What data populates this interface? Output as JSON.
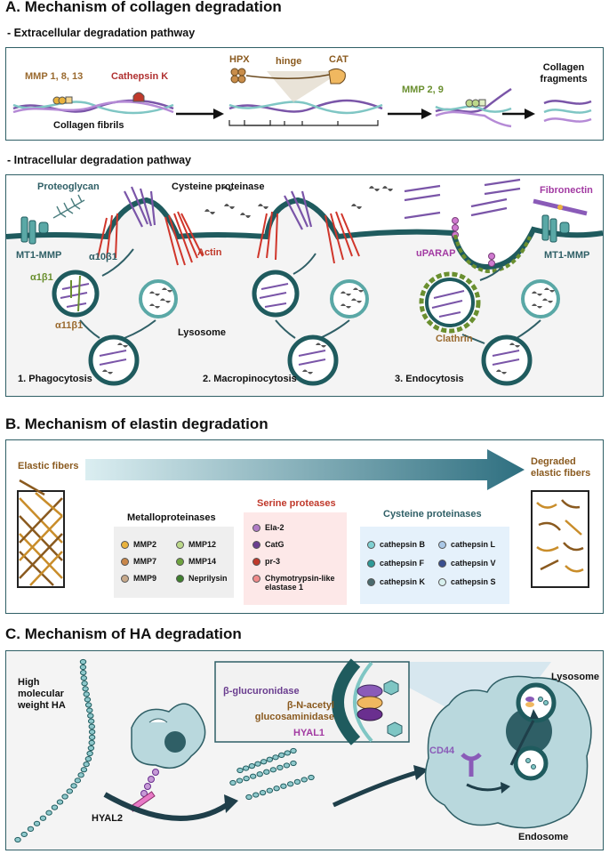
{
  "sectionA": {
    "title": "A. Mechanism of collagen degradation",
    "extracellular": {
      "subtitle": "- Extracellular degradation pathway",
      "mmp_label": "MMP 1, 8, 13",
      "cathepsin_label": "Cathepsin K",
      "collagen_fibrils_label": "Collagen fibrils",
      "hpx_label": "HPX",
      "hinge_label": "hinge",
      "cat_label": "CAT",
      "mmp29_label": "MMP 2, 9",
      "fragments_label": "Collagen fragments"
    },
    "intracellular": {
      "subtitle": "- Intracellular degradation pathway",
      "proteoglycan": "Proteoglycan",
      "cysteine_proteinase": "Cysteine proteinase",
      "fibronectin": "Fibronectin",
      "mt1mmp_left": "MT1-MMP",
      "mt1mmp_right": "MT1-MMP",
      "a10b1": "α10β1",
      "a1b1": "α1β1",
      "a11b1": "α11β1",
      "actin": "Actin",
      "uparap": "uPARAP",
      "lysosome": "Lysosome",
      "clathrin": "Clathrin",
      "phagocytosis": "1. Phagocytosis",
      "macropinocytosis": "2. Macropinocytosis",
      "endocytosis": "3. Endocytosis"
    }
  },
  "sectionB": {
    "title": "B. Mechanism of elastin degradation",
    "elastic_fibers": "Elastic fibers",
    "degraded_fibers": "Degraded elastic fibers",
    "metallo": {
      "title": "Metalloproteinases",
      "items": [
        {
          "name": "MMP2",
          "color": "#e9b23c"
        },
        {
          "name": "MMP12",
          "color": "#bcd88a"
        },
        {
          "name": "MMP7",
          "color": "#c9874a"
        },
        {
          "name": "MMP14",
          "color": "#6fa33f"
        },
        {
          "name": "MMP9",
          "color": "#c7a98b"
        },
        {
          "name": "Neprilysin",
          "color": "#3f7f2e"
        }
      ]
    },
    "serine": {
      "title": "Serine proteases",
      "items": [
        {
          "name": "Ela-2",
          "color": "#b07cc6"
        },
        {
          "name": "CatG",
          "color": "#6a3d8f"
        },
        {
          "name": "pr-3",
          "color": "#c0392b"
        },
        {
          "name": "Chymotrypsin-like elastase 1",
          "color": "#f08a8a"
        }
      ]
    },
    "cysteine": {
      "title": "Cysteine proteinases",
      "items": [
        {
          "name": "cathepsin B",
          "color": "#7fd0d2"
        },
        {
          "name": "cathepsin L",
          "color": "#a9c7e6"
        },
        {
          "name": "cathepsin F",
          "color": "#2e9a98"
        },
        {
          "name": "cathepsin V",
          "color": "#3a4f8f"
        },
        {
          "name": "cathepsin K",
          "color": "#4b6b6e"
        },
        {
          "name": "cathepsin S",
          "color": "#d8f0ee"
        }
      ]
    }
  },
  "sectionC": {
    "title": "C. Mechanism of HA degradation",
    "high_mw_ha": "High molecular weight HA",
    "hyal2": "HYAL2",
    "beta_glucuronidase": "β-glucuronidase",
    "beta_n_acetyl": "β-N-acetyl glucosaminidase",
    "hyal1": "HYAL1",
    "lysosome": "Lysosome",
    "cd44": "CD44",
    "endosome": "Endosome"
  },
  "colors": {
    "teal": "#1f5b5e",
    "teal_light": "#7fc6c4",
    "purple": "#8a5bb8",
    "brown": "#9a6a2f",
    "red": "#c0392b",
    "green": "#6a8f2f"
  }
}
